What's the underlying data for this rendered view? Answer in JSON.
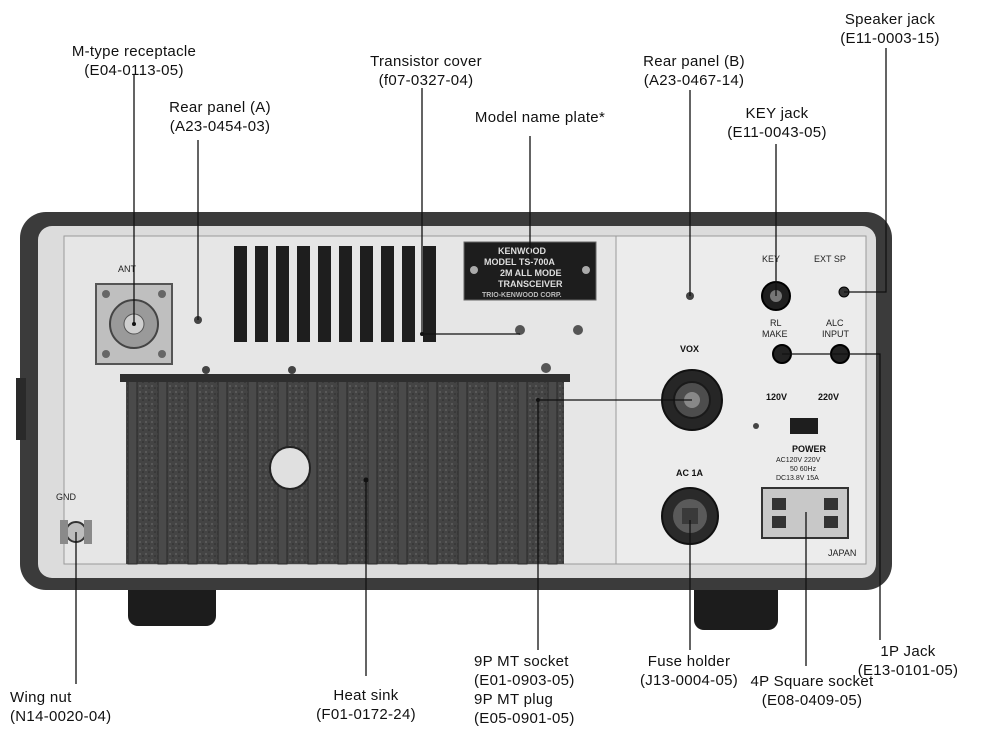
{
  "callouts": {
    "m_type": {
      "name": "M-type receptacle",
      "code": "(E04-0113-05)"
    },
    "rear_a": {
      "name": "Rear panel (A)",
      "code": "(A23-0454-03)"
    },
    "transistor_cover": {
      "name": "Transistor cover",
      "code": "(f07-0327-04)"
    },
    "model_plate": {
      "name": "Model name plate*"
    },
    "rear_b": {
      "name": "Rear panel (B)",
      "code": "(A23-0467-14)"
    },
    "key_jack": {
      "name": "KEY jack",
      "code": "(E11-0043-05)"
    },
    "speaker_jack": {
      "name": "Speaker jack",
      "code": "(E11-0003-15)"
    },
    "wing_nut": {
      "name": "Wing nut",
      "code": "(N14-0020-04)"
    },
    "heat_sink": {
      "name": "Heat sink",
      "code": "(F01-0172-24)"
    },
    "mt_socket": {
      "name": "9P MT socket",
      "code": "(E01-0903-05)",
      "name2": "9P MT plug",
      "code2": "(E05-0901-05)"
    },
    "fuse_holder": {
      "name": "Fuse holder",
      "code": "(J13-0004-05)"
    },
    "square_socket": {
      "name": "4P Square socket",
      "code": "(E08-0409-05)"
    },
    "p1_jack": {
      "name": "1P Jack",
      "code": "(E13-0101-05)"
    }
  },
  "panel_marks": {
    "ant": "ANT",
    "gnd": "GND",
    "key": "KEY",
    "ext_sp": "EXT SP",
    "rl_make": [
      "RL",
      "MAKE"
    ],
    "alc_input": [
      "ALC",
      "INPUT"
    ],
    "vox": "VOX",
    "v120": "120V",
    "v220": "220V",
    "ac1a": "AC 1A",
    "power": [
      "POWER",
      "AC120V  220V",
      "50 60Hz",
      "DC13.8V  15A"
    ],
    "japan": "JAPAN",
    "plate": [
      "KENWOOD",
      "MODEL TS-700A",
      "2M ALL MODE",
      "TRANSCEIVER",
      "TRIO-KENWOOD CORP."
    ]
  }
}
